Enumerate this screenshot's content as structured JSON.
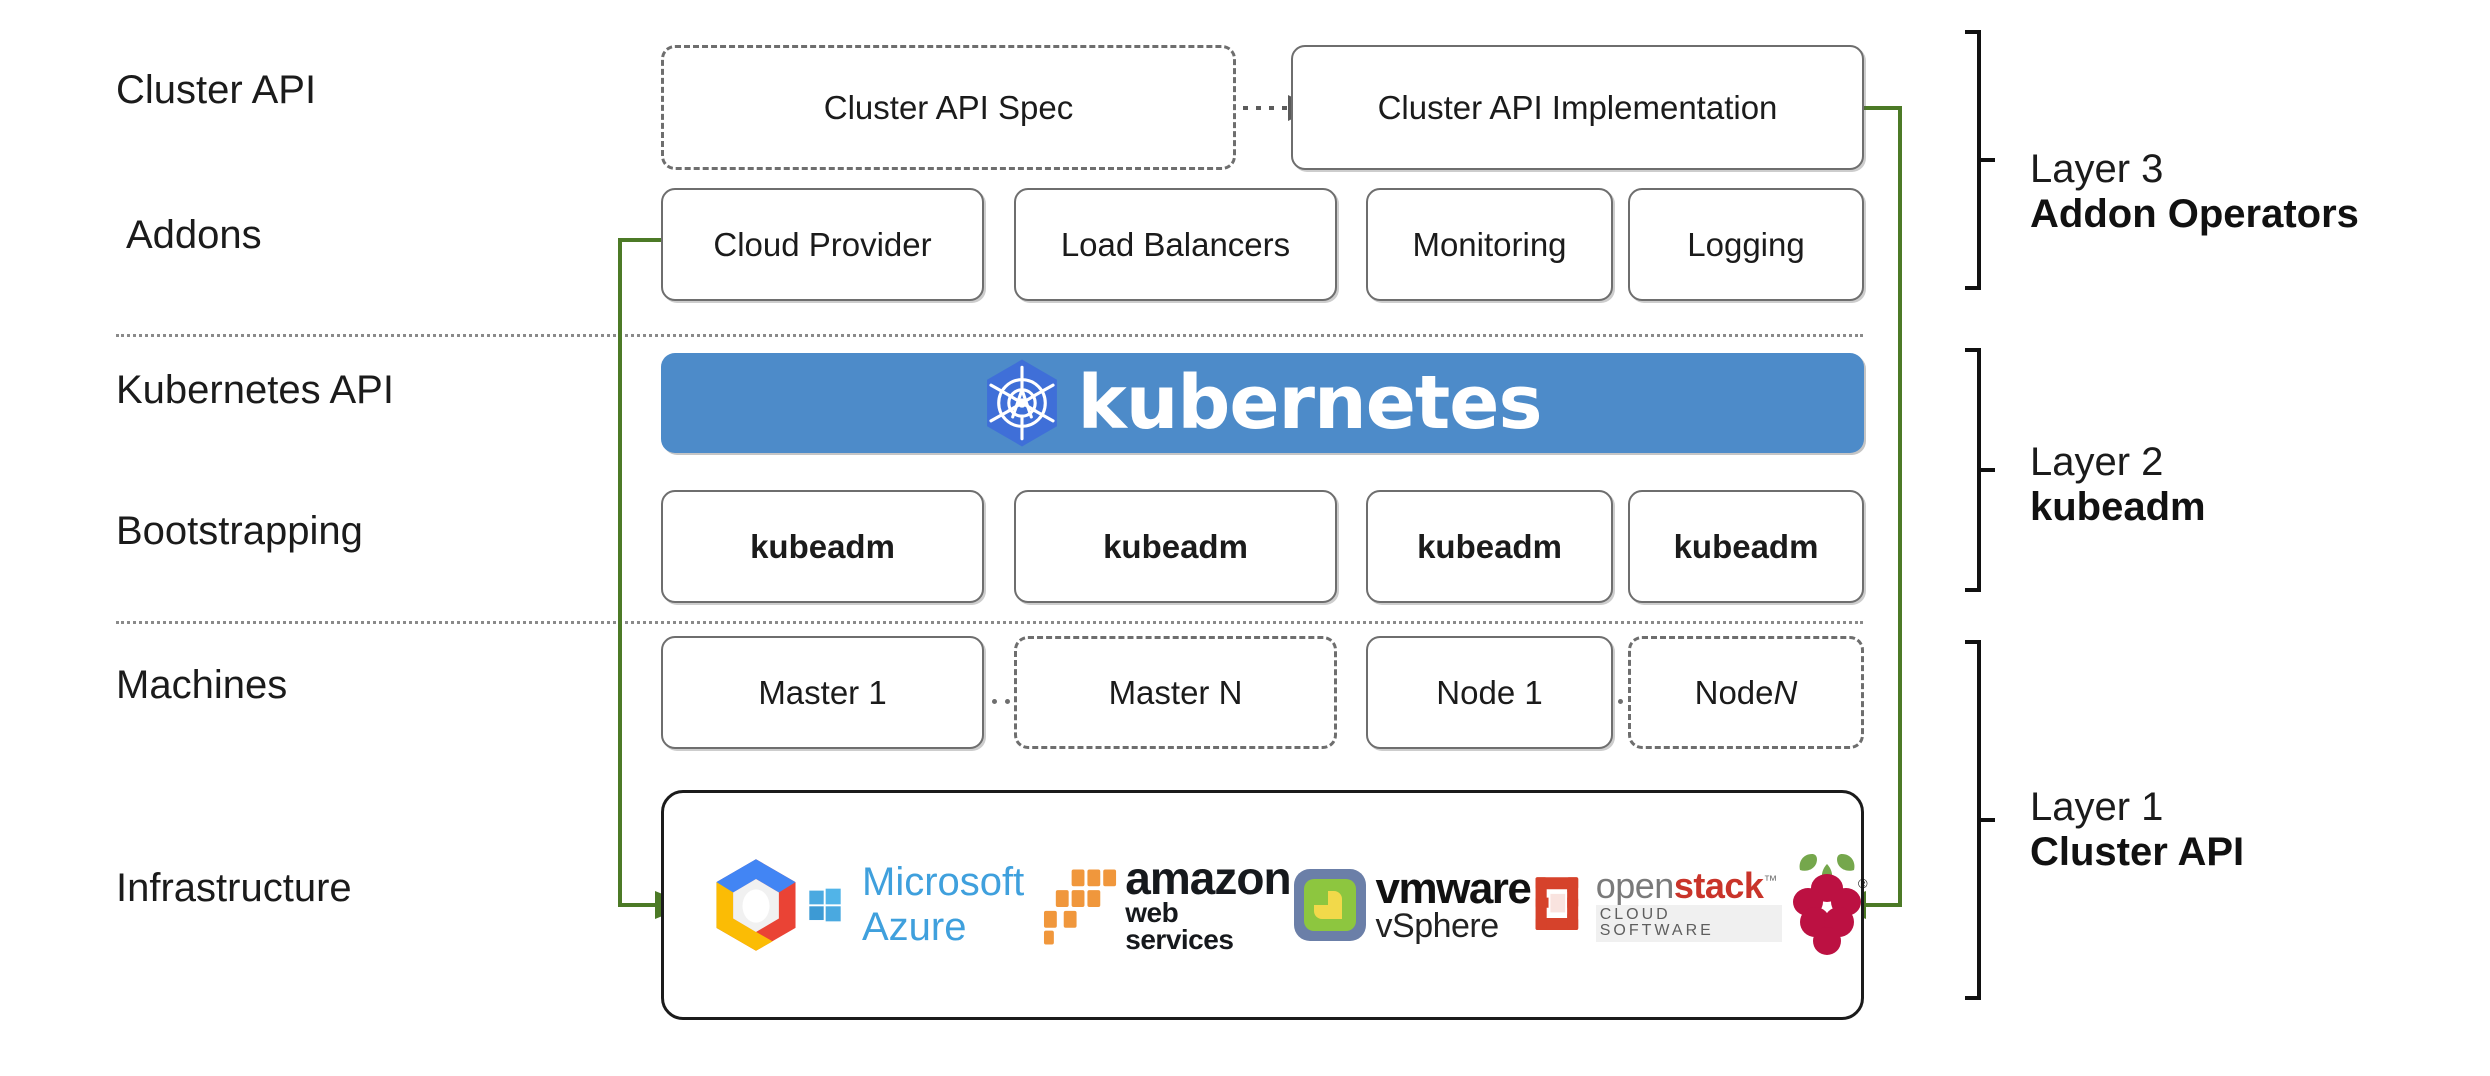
{
  "diagram": {
    "title": "Kubernetes Cluster API layered architecture",
    "accent_green": "#4c7a26",
    "k8s_blue": "#4d8bc9",
    "k8s_logo_blue": "#3f6fd8",
    "border_gray": "#6e6e6e",
    "text_dark": "#1b1b1b"
  },
  "row_labels": [
    {
      "id": "cluster-api",
      "text": "Cluster API"
    },
    {
      "id": "addons",
      "text": "Addons"
    },
    {
      "id": "kubernetes-api",
      "text": "Kubernetes API"
    },
    {
      "id": "bootstrapping",
      "text": "Bootstrapping"
    },
    {
      "id": "machines",
      "text": "Machines"
    },
    {
      "id": "infrastructure",
      "text": "Infrastructure"
    }
  ],
  "cluster_api_row": {
    "spec": {
      "label": "Cluster API Spec",
      "style": "dashed"
    },
    "implementation": {
      "label": "Cluster API Implementation",
      "style": "solid"
    },
    "connector": "dotted-arrow-right"
  },
  "addons_row": [
    {
      "label": "Cloud Provider"
    },
    {
      "label": "Load Balancers"
    },
    {
      "label": "Monitoring"
    },
    {
      "label": "Logging"
    }
  ],
  "kubernetes_banner": {
    "wordmark": "kubernetes",
    "logo_name": "kubernetes-helm-wheel-logo",
    "background": "#4d8bc9"
  },
  "bootstrapping_row": [
    {
      "label": "kubeadm"
    },
    {
      "label": "kubeadm"
    },
    {
      "label": "kubeadm"
    },
    {
      "label": "kubeadm"
    }
  ],
  "machines_row": [
    {
      "label": "Master 1",
      "style": "solid",
      "italic_suffix": ""
    },
    {
      "label": "Master N",
      "style": "dashed",
      "italic_suffix": ""
    },
    {
      "label": "Node 1",
      "style": "solid",
      "italic_suffix": ""
    },
    {
      "label": "Node ",
      "style": "dashed",
      "italic_suffix": "N"
    }
  ],
  "infrastructure_row": {
    "providers": [
      {
        "name": "google-cloud-platform-logo",
        "label": ""
      },
      {
        "name": "microsoft-azure-logo",
        "label": "Microsoft Azure"
      },
      {
        "name": "amazon-web-services-logo",
        "label_top": "amazon",
        "label_bottom": "web services"
      },
      {
        "name": "vmware-vsphere-logo",
        "label_top": "vmware",
        "label_bottom": "vSphere"
      },
      {
        "name": "openstack-logo",
        "label_top": "openstack",
        "label_bottom": "CLOUD SOFTWARE"
      },
      {
        "name": "raspberry-pi-logo",
        "label": ""
      }
    ]
  },
  "layers": [
    {
      "id": "layer-3",
      "line1": "Layer 3",
      "line2": "Addon Operators"
    },
    {
      "id": "layer-2",
      "line1": "Layer 2",
      "line2": "kubeadm"
    },
    {
      "id": "layer-1",
      "line1": "Layer 1",
      "line2": "Cluster API"
    }
  ]
}
